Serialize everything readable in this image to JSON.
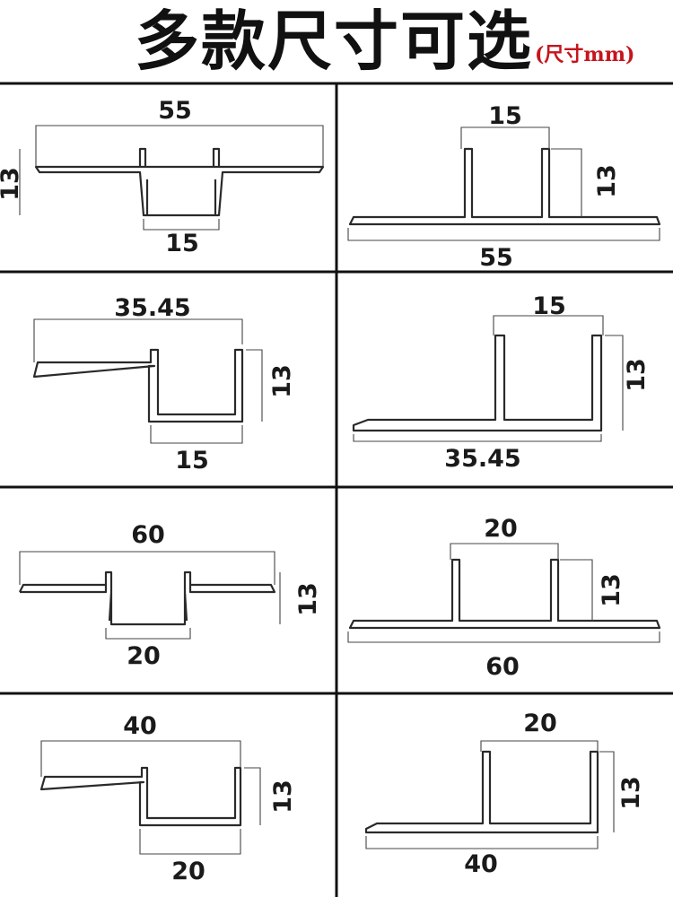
{
  "header": {
    "title": "多款尺寸可选",
    "unit_note": "(尺寸mm)"
  },
  "colors": {
    "title": "#111111",
    "unit_note": "#c4161c",
    "grid": "#111111",
    "profile": "#2a2a2a"
  },
  "panels": [
    {
      "id": "p1",
      "top": "55",
      "side": "13",
      "bottom": "15"
    },
    {
      "id": "p2",
      "top": "15",
      "side": "13",
      "bottom": "55"
    },
    {
      "id": "p3",
      "top": "35.45",
      "side": "13",
      "bottom": "15"
    },
    {
      "id": "p4",
      "top": "15",
      "side": "13",
      "bottom": "35.45"
    },
    {
      "id": "p5",
      "top": "60",
      "side": "13",
      "bottom": "20"
    },
    {
      "id": "p6",
      "top": "20",
      "side": "13",
      "bottom": "60"
    },
    {
      "id": "p7",
      "top": "40",
      "side": "13",
      "bottom": "20"
    },
    {
      "id": "p8",
      "top": "20",
      "side": "13",
      "bottom": "40"
    }
  ]
}
